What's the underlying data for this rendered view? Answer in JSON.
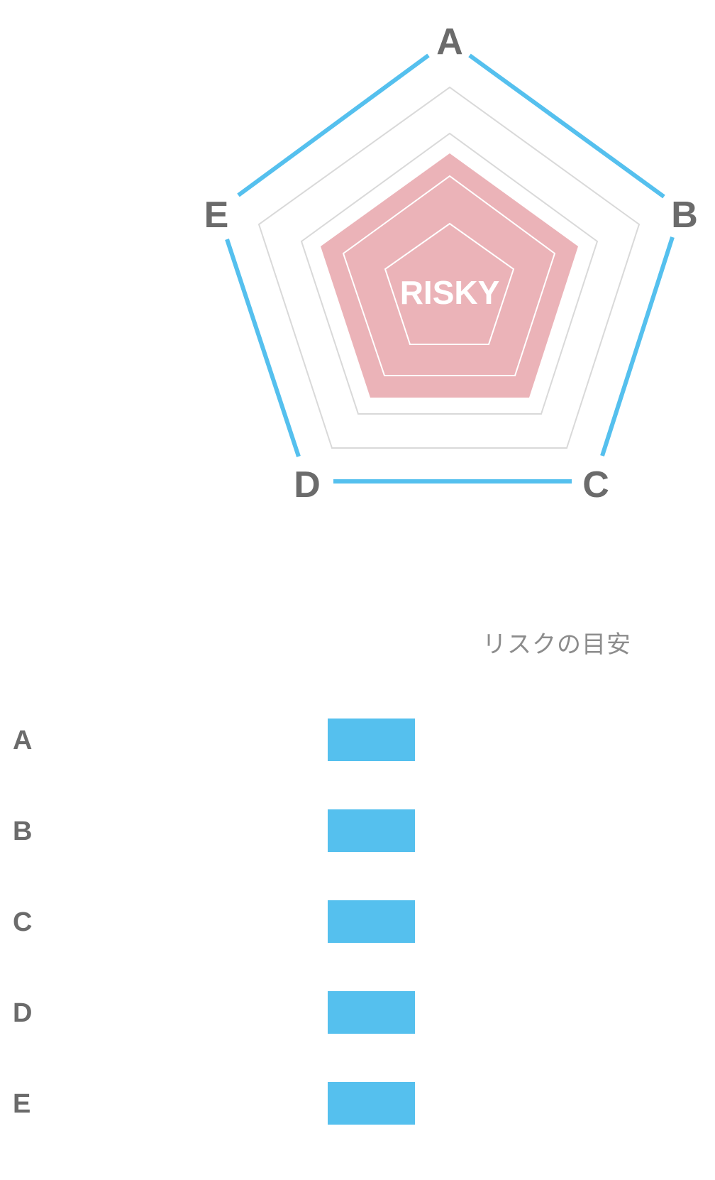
{
  "radar": {
    "axes": [
      "A",
      "B",
      "C",
      "D",
      "E"
    ],
    "center_label": "RISKY",
    "outer_line_color": "#55c0ee",
    "risk_fill_color": "#ebb3b8",
    "ring_line_color": "#d9d9d9",
    "label_color": "#6b6b6b"
  },
  "legend": {
    "title": "リスクの目安",
    "bar_color": "#55c0ee",
    "rows": [
      {
        "label": "A"
      },
      {
        "label": "B"
      },
      {
        "label": "C"
      },
      {
        "label": "D"
      },
      {
        "label": "E"
      }
    ]
  }
}
